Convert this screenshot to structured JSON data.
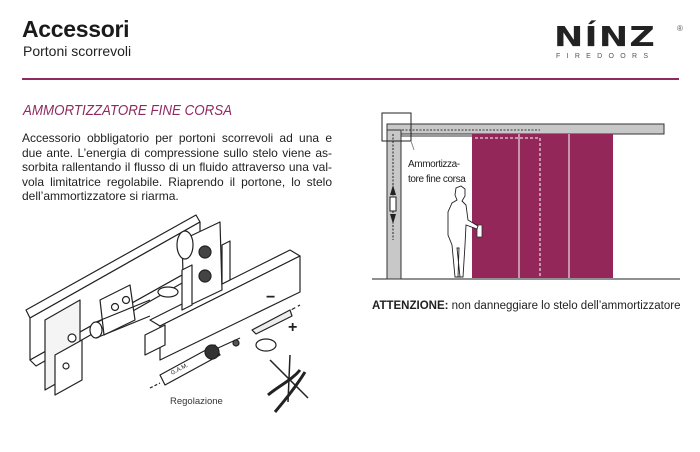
{
  "header": {
    "title": "Accessori",
    "subtitle": "Portoni scorrevoli",
    "logo": {
      "main": "NÍNZ",
      "sub": "FIREDOORS",
      "registered": "®"
    }
  },
  "section": {
    "heading": "AMMORTIZZATORE FINE CORSA",
    "body_lines": [
      "Accessorio obbligatorio per portoni scorrevoli ad una e",
      "due ante. L’energia di compressione sullo stelo viene as-",
      "sorbita rallentando il flusso di un fluido attraverso una val-",
      "vola limitatrice regolabile. Riaprendo il portone, lo stelo",
      "dell’ammortizzatore si riarma."
    ]
  },
  "left_figure": {
    "caption": "Regolazione",
    "minus": "−",
    "plus": "+",
    "cylinder_label": "G.A.M."
  },
  "right_figure": {
    "label_line1": "Ammortizza-",
    "label_line2": "tore fine corsa"
  },
  "warning": {
    "strong": "ATTENZIONE:",
    "text": " non danneggiare lo stelo dell’ammortizzatore"
  },
  "colors": {
    "accent": "#8e2a5f",
    "door": "#93275a"
  }
}
